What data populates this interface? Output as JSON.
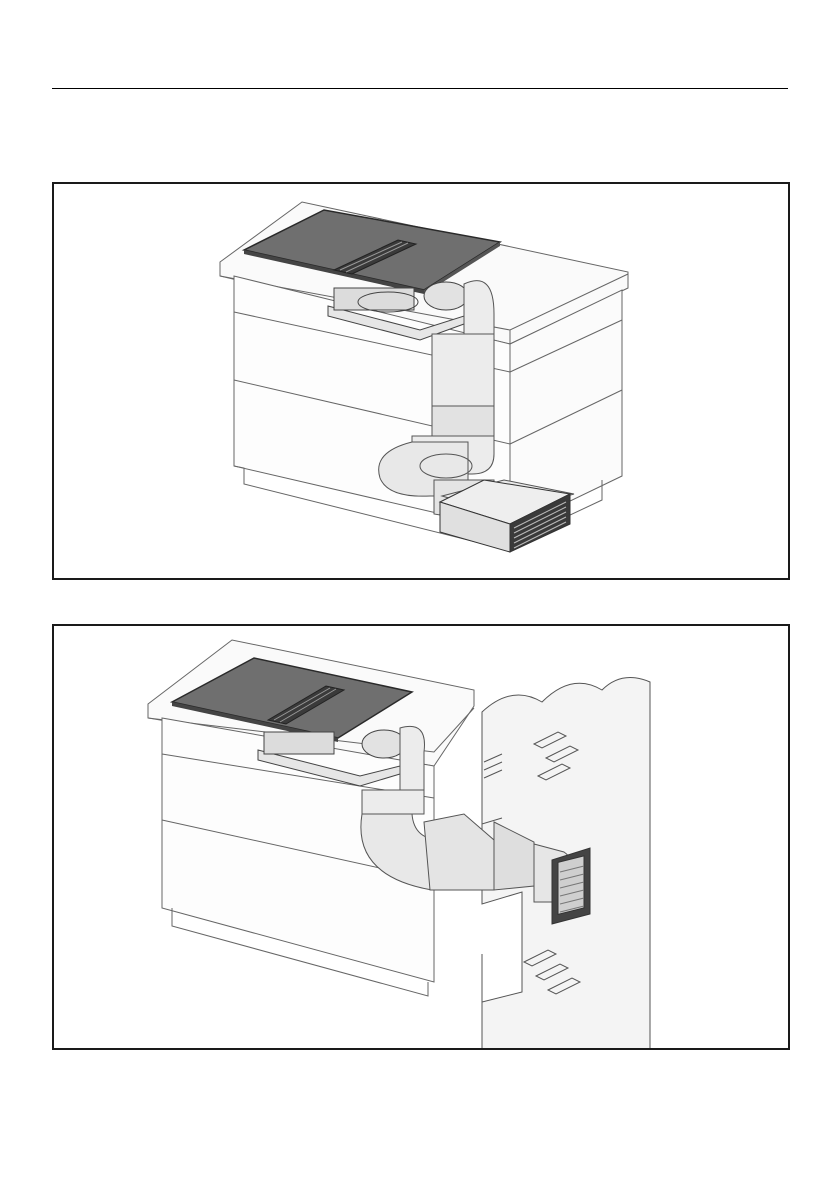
{
  "page": {
    "figures": [
      {
        "id": "figure-1",
        "depicts": "island-cabinet-with-downdraft-hob-duct-to-plinth-grille"
      },
      {
        "id": "figure-2",
        "depicts": "island-cabinet-with-downdraft-hob-duct-through-wall"
      }
    ]
  },
  "colors": {
    "frame": "#1a1a1a",
    "line": "#555555",
    "hob": "#6f6f6f",
    "hob_edge": "#2a2a2a",
    "duct_fill": "#ececec",
    "grille": "#3a3a3a",
    "wall_fill": "#f4f4f4"
  },
  "icons": [
    "hob-icon",
    "fan-unit-icon",
    "duct-icon",
    "grille-icon",
    "wall-icon",
    "brick-icon"
  ]
}
